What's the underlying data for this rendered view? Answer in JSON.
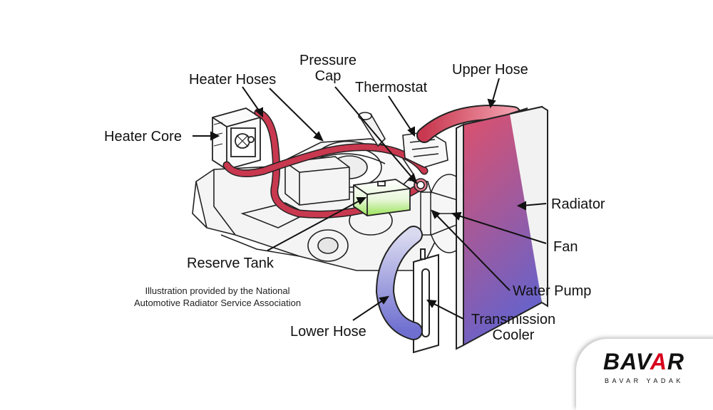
{
  "labels": {
    "heater_hoses": "Heater Hoses",
    "pressure_cap_line1": "Pressure",
    "pressure_cap_line2": "Cap",
    "thermostat": "Thermostat",
    "upper_hose": "Upper Hose",
    "heater_core": "Heater Core",
    "radiator": "Radiator",
    "fan": "Fan",
    "reserve_tank": "Reserve Tank",
    "water_pump": "Water Pump",
    "transmission_cooler_line1": "Transmission",
    "transmission_cooler_line2": "Cooler",
    "lower_hose": "Lower Hose"
  },
  "credit": {
    "line1": "Illustration provided by the National",
    "line2": "Automotive Radiator Service Association"
  },
  "brand": {
    "logo_part1": "BAV",
    "logo_part2": "A",
    "logo_part3": "R",
    "tagline": "BAVAR YADAK"
  },
  "colors": {
    "hose_red": "#c8384f",
    "radiator_top": "#e0506a",
    "radiator_bottom": "#6a62c8",
    "lower_hose": "#8f8fd6",
    "reserve_fluid": "#9be35a",
    "brand_red": "#d6001c"
  }
}
